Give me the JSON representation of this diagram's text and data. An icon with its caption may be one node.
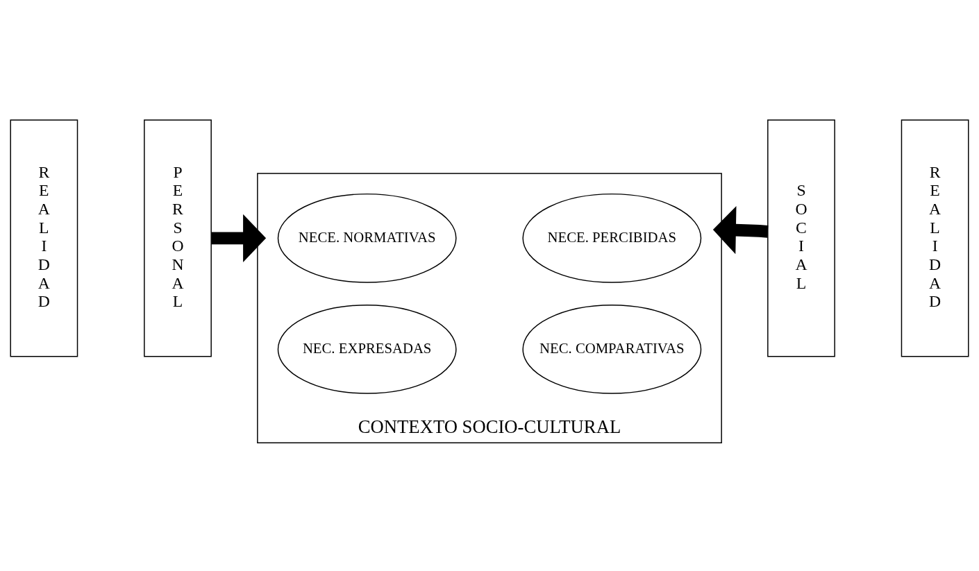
{
  "diagram": {
    "nodes": [
      {
        "text": [
          "REALIDAD"
        ]
      },
      {
        "text": [
          "PERSONAL"
        ]
      },
      {
        "text": [
          "CONTEXTO SOCIO-CULTURAL"
        ]
      },
      {
        "text": [
          "NECE. NORMATIVAS"
        ],
        "in": 2
      },
      {
        "text": [
          "NECE. PERCIBIDAS"
        ],
        "in": 2
      },
      {
        "text": [
          "NEC. EXPRESADAS"
        ],
        "in": 2
      },
      {
        "text": [
          "NEC. COMPARATIVAS"
        ],
        "in": 2
      },
      {
        "text": [
          "SOCIAL"
        ]
      },
      {
        "text": [
          "REALIDAD"
        ]
      }
    ],
    "edges": [
      {
        "from": 1,
        "to": 2,
        "arrow": "to"
      },
      {
        "from": 7,
        "to": 2,
        "arrow": "to"
      }
    ]
  }
}
